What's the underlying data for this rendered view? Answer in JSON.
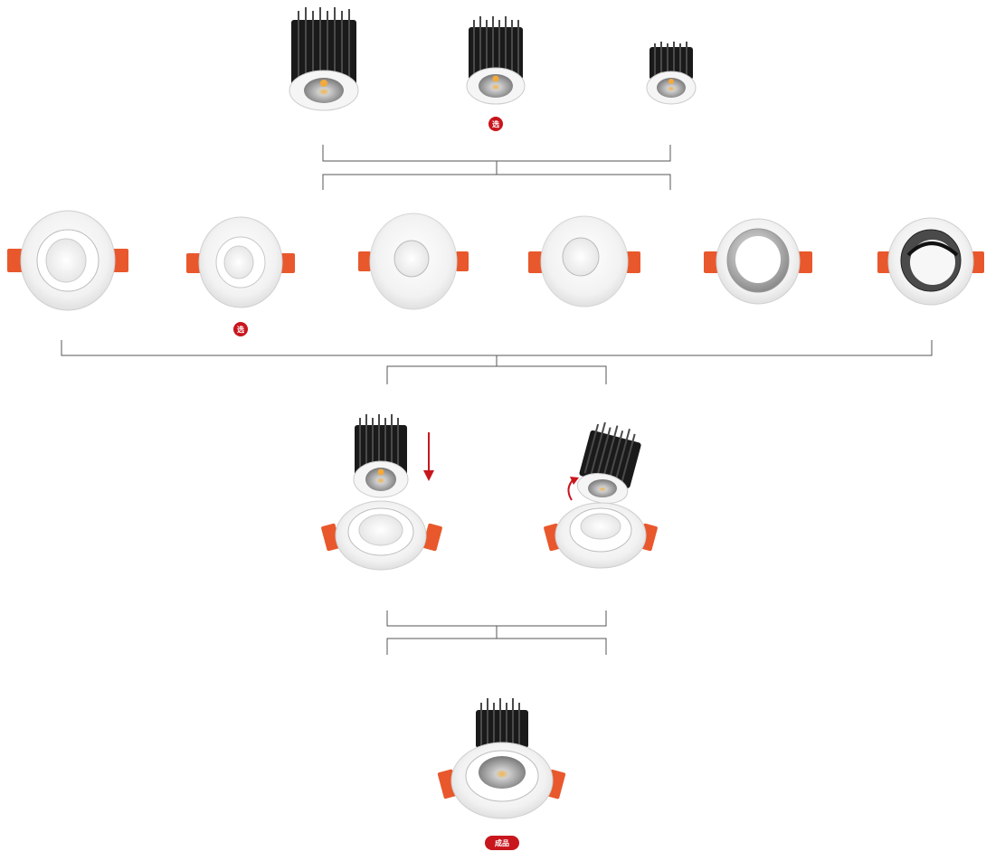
{
  "diagram": {
    "modules": [
      {
        "id": "module-large"
      },
      {
        "id": "module-medium",
        "badge": "选"
      },
      {
        "id": "module-small"
      }
    ],
    "housings": [
      {
        "id": "housing-1",
        "style": "angled-white"
      },
      {
        "id": "housing-2",
        "style": "flat-white",
        "badge": "选"
      },
      {
        "id": "housing-3",
        "style": "flat-white-small-hole"
      },
      {
        "id": "housing-4",
        "style": "flat-white-small-hole"
      },
      {
        "id": "housing-5",
        "style": "silver-reflector"
      },
      {
        "id": "housing-6",
        "style": "black-reflector"
      }
    ],
    "assembly_steps": [
      {
        "id": "assembly-insert",
        "direction": "down-arrow"
      },
      {
        "id": "assembly-rotate",
        "direction": "rotate-arrow"
      }
    ],
    "final_product": {
      "id": "finished-product",
      "badge": "成品"
    },
    "colors": {
      "heatsink": "#1a1a1a",
      "housing": "#f4f4f4",
      "spring_clip": "#e8582c",
      "badge": "#c8161d",
      "connector_line": "#555555",
      "silver": "#b9b9b9"
    }
  }
}
